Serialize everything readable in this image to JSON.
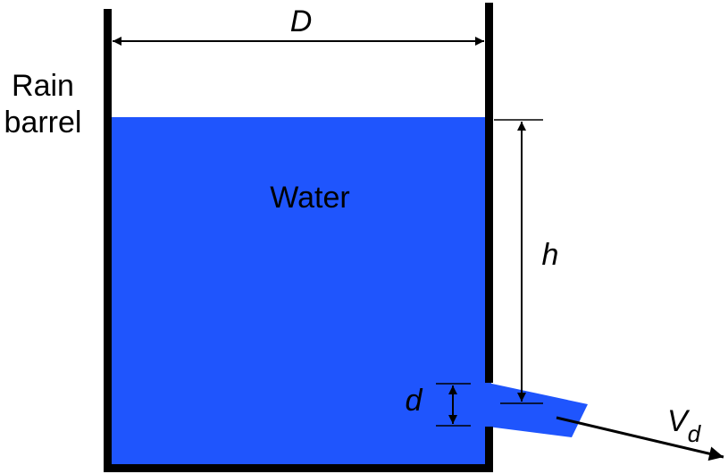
{
  "labels": {
    "rain_barrel_line1": "Rain",
    "rain_barrel_line2": "barrel",
    "water": "Water",
    "diameter": "D",
    "height": "h",
    "spout_diameter": "d",
    "velocity_base": "V",
    "velocity_subscript": "d"
  },
  "colors": {
    "water": "#1f55fd",
    "wall": "#000000",
    "background": "#ffffff"
  }
}
